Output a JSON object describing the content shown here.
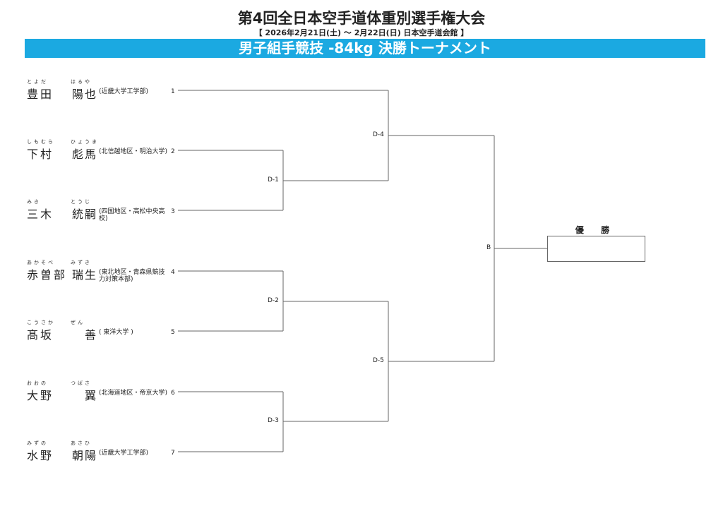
{
  "header": {
    "title": "第4回全日本空手道体重別選手権大会",
    "subtitle": "【 2026年2月21日(土) ～ 2月22日(日)  日本空手道会館 】",
    "banner": "男子組手競技 -84kg 決勝トーナメント"
  },
  "players": [
    {
      "num": "1",
      "family": "豊田",
      "given": "陽也",
      "family_kana": "とよだ",
      "given_kana": "はるや",
      "affiliation": "(近畿大学工学部)"
    },
    {
      "num": "2",
      "family": "下村",
      "given": "彪馬",
      "family_kana": "しもむら",
      "given_kana": "ひょうま",
      "affiliation": "(北信越地区・明治大学)"
    },
    {
      "num": "3",
      "family": "三木",
      "given": "統嗣",
      "family_kana": "みき",
      "given_kana": "とうじ",
      "affiliation": "(四国地区・高松中央高校)"
    },
    {
      "num": "4",
      "family": "赤曽部",
      "given": "瑞生",
      "family_kana": "あかそべ",
      "given_kana": "みずき",
      "affiliation": "(東北地区・青森県競技力対策本部)"
    },
    {
      "num": "5",
      "family": "髙坂",
      "given": "善",
      "family_kana": "こうさか",
      "given_kana": "ぜん",
      "affiliation": "(   東洋大学   )"
    },
    {
      "num": "6",
      "family": "大野",
      "given": "翼",
      "family_kana": "おおの",
      "given_kana": "つばさ",
      "affiliation": "(北海道地区・帝京大学)"
    },
    {
      "num": "7",
      "family": "水野",
      "given": "朝陽",
      "family_kana": "みずの",
      "given_kana": "あさひ",
      "affiliation": "(近畿大学工学部)"
    }
  ],
  "matches": {
    "d1": "D-1",
    "d2": "D-2",
    "d3": "D-3",
    "d4": "D-4",
    "d5": "D-5",
    "b": "B"
  },
  "winner_label": "優 勝",
  "colors": {
    "banner": "#1ba9e1",
    "line": "#666666"
  }
}
